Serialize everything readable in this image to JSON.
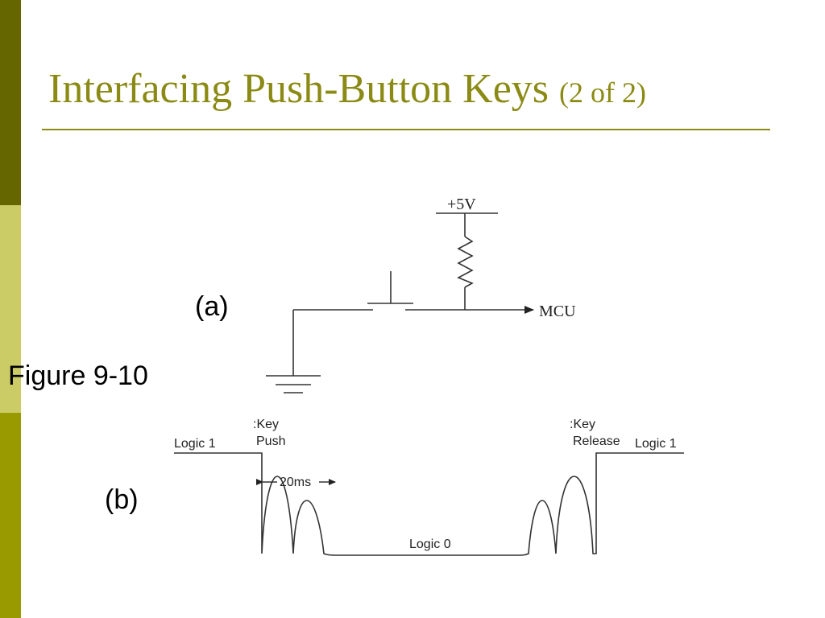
{
  "slide": {
    "title": "Interfacing Push-Button Keys",
    "title_suffix": "(2 of 2)",
    "figure_label": "Figure 9-10",
    "colors": {
      "bar_dark": "#666600",
      "bar_light": "#cccc66",
      "bar_mid": "#999900",
      "title": "#8a8a14"
    }
  },
  "circuit": {
    "label": "(a)",
    "supply": "+5V",
    "output": "MCU"
  },
  "waveform": {
    "label": "(b)",
    "logic1_left": "Logic 1",
    "key_push_line1": ":Key",
    "key_push_line2": "Push",
    "key_release_line1": ":Key",
    "key_release_line2": "Release",
    "logic1_right": "Logic 1",
    "bounce_time": "20ms",
    "logic0": "Logic 0"
  }
}
